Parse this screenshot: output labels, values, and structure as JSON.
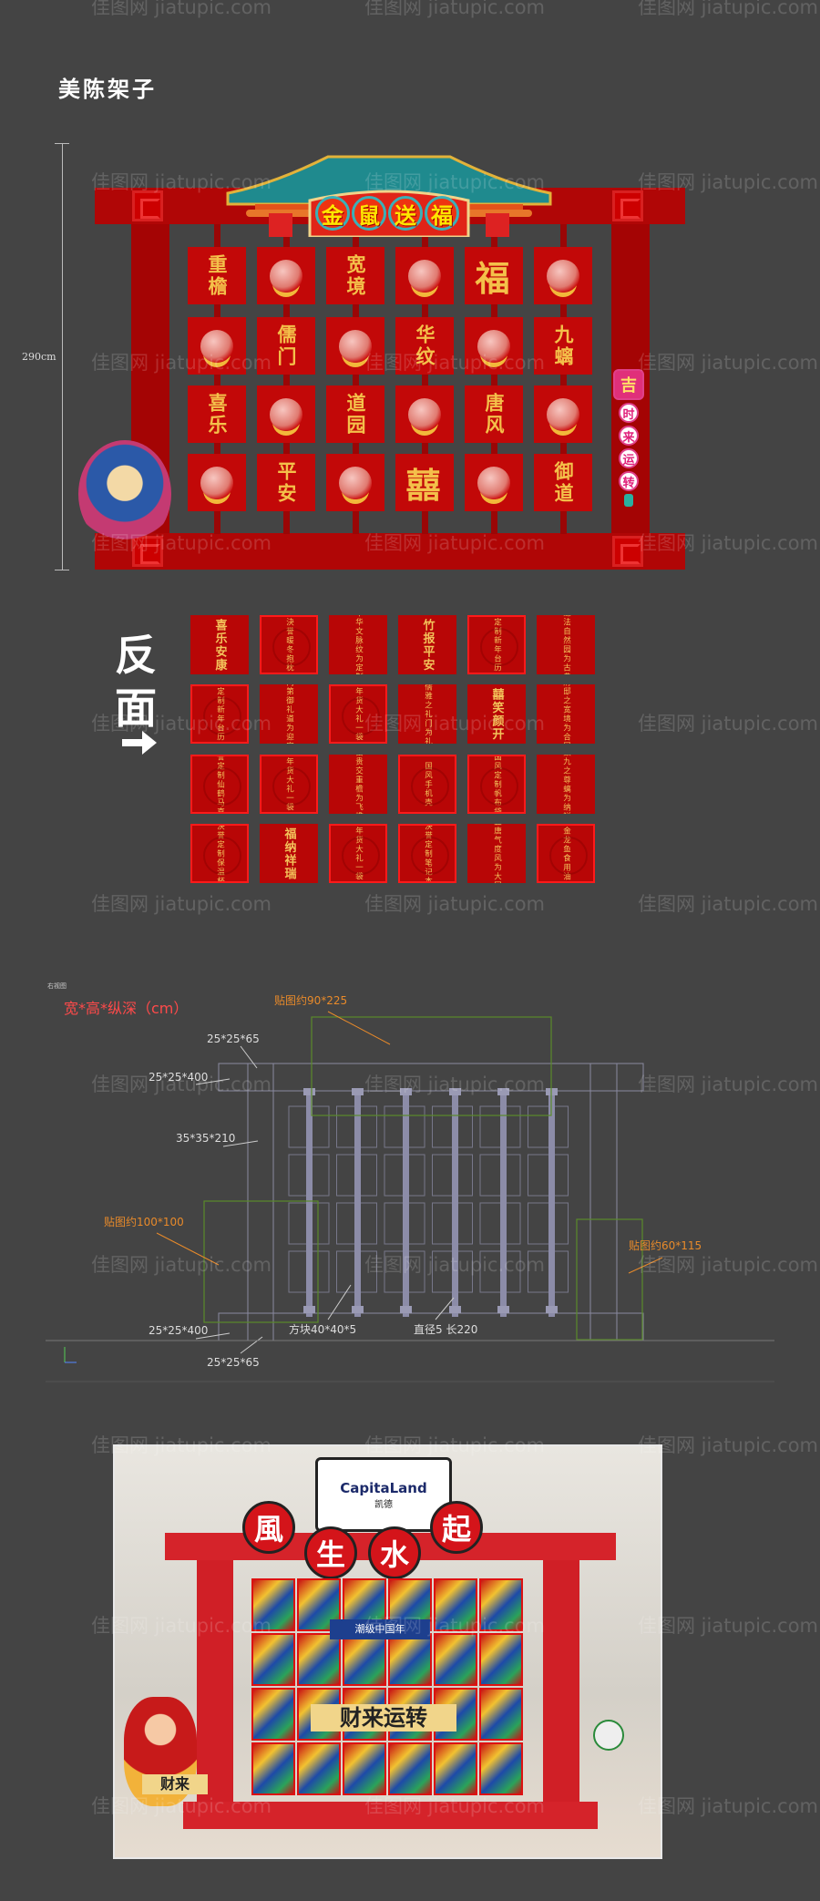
{
  "watermark": "佳图网 jiatupic.com",
  "section1": {
    "title": "美陈架子",
    "height_label": "290cm",
    "sign_chars": [
      "金",
      "鼠",
      "送",
      "福"
    ],
    "pendant_chars": [
      "吉",
      "时",
      "来",
      "运",
      "转"
    ],
    "cards": [
      {
        "text": "重檐"
      },
      {
        "icon": "mouse-god-illustration"
      },
      {
        "text": "宽境"
      },
      {
        "icon": "mouse-scroll-illustration"
      },
      {
        "text": "福",
        "big": true
      },
      {
        "icon": "mouse-ingot-illustration"
      },
      {
        "icon": "mouse-illustration"
      },
      {
        "text": "儒门"
      },
      {
        "icon": "mouse-gourd-illustration"
      },
      {
        "text": "华纹"
      },
      {
        "icon": "gold-ingot-illustration"
      },
      {
        "text": "九螭"
      },
      {
        "text": "喜乐"
      },
      {
        "icon": "mouse-lion-illustration"
      },
      {
        "text": "道园"
      },
      {
        "icon": "mouse-fortune-illustration"
      },
      {
        "text": "唐风"
      },
      {
        "icon": "mouse-wealth-illustration"
      },
      {
        "icon": "mouse-fu-bag-illustration"
      },
      {
        "text": "平安"
      },
      {
        "icon": "mouse-envelope-illustration"
      },
      {
        "text": "囍",
        "big": true
      },
      {
        "icon": "wealth-god-coins-illustration"
      },
      {
        "text": "御道"
      }
    ],
    "colors": {
      "frame": "#b00606",
      "card": "#c20808",
      "gold": "#f4c04a"
    }
  },
  "section2": {
    "title": "反面",
    "cards": [
      {
        "cols": [
          "喜乐安康"
        ],
        "large": true
      },
      {
        "cols": [
          "決誉暖冬抱枕"
        ],
        "hl": true
      },
      {
        "cols": [
          "华为中华文脉",
          "纹为定制纹样"
        ]
      },
      {
        "cols": [
          "竹报平安"
        ],
        "large": true
      },
      {
        "cols": [
          "決誉定制",
          "新年台历一份"
        ],
        "hl": true
      },
      {
        "cols": [
          "道为道法自然",
          "园为古典园林"
        ]
      },
      {
        "cols": [
          "決誉定制",
          "新年台历一份"
        ],
        "hl": true
      },
      {
        "cols": [
          "御为门第御礼",
          "道为迎宾大道"
        ]
      },
      {
        "cols": [
          "年货大礼一袋"
        ],
        "hl": true
      },
      {
        "cols": [
          "儒为儒雅之礼",
          "门为礼之门"
        ]
      },
      {
        "cols": [
          "囍笑颜开"
        ],
        "large": true
      },
      {
        "cols": [
          "宽为府邸之宽",
          "境为合国大境"
        ]
      },
      {
        "cols": [
          "決誉定制",
          "仙鹤马克杯"
        ],
        "hl": true
      },
      {
        "cols": [
          "年货大礼一袋"
        ],
        "hl": true
      },
      {
        "cols": [
          "重为富贵交重",
          "檐为飞檐反宇"
        ]
      },
      {
        "cols": [
          "国风手机壳"
        ],
        "hl": true
      },
      {
        "cols": [
          "国风定制",
          "帆布袋"
        ],
        "hl": true
      },
      {
        "cols": [
          "九为数九之尊",
          "螭为纳祥之螭"
        ]
      },
      {
        "cols": [
          "決誉定制",
          "保温杯"
        ],
        "hl": true
      },
      {
        "cols": [
          "福纳祥瑞"
        ],
        "large": true
      },
      {
        "cols": [
          "年货大礼一袋"
        ],
        "hl": true
      },
      {
        "cols": [
          "決誉定制",
          "笔记本"
        ],
        "hl": true
      },
      {
        "cols": [
          "唐为盛唐气度",
          "风为大国风仪"
        ]
      },
      {
        "cols": [
          "金龙鱼食用油"
        ],
        "hl": true
      }
    ]
  },
  "section3": {
    "view_label": "右视图",
    "heading": "宽*高*纵深（cm）",
    "labels": {
      "top_decal": "贴图约90*225",
      "top_small": "25*25*65",
      "top_beam": "25*25*400",
      "post": "35*35*210",
      "left_decal": "贴图约100*100",
      "right_decal": "贴图约60*115",
      "bottom_beam": "25*25*400",
      "block": "方块40*40*5",
      "rod": "直径5 长220",
      "bottom_small": "25*25*65"
    },
    "colors": {
      "line": "#8a8aa0",
      "rod": "#8c8ca8",
      "decal": "#5a8a2a",
      "annotation": "#e88a2a",
      "heading": "#ff4a4a"
    }
  },
  "section4": {
    "sign_chars": [
      "風",
      "生",
      "水",
      "起"
    ],
    "brand": "CapitaLand",
    "brand_cn": "凯德",
    "panel_banner": "潮级中国年",
    "panel_slogan": "财来运转",
    "side_scroll": "财来"
  }
}
